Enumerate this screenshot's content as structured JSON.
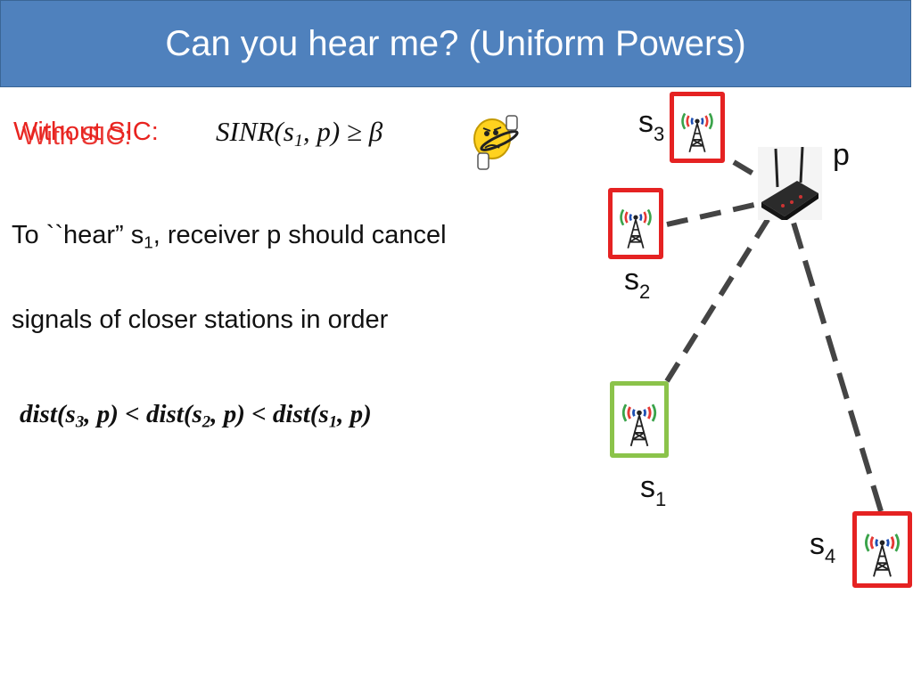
{
  "title": "Can you hear me? (Uniform Powers)",
  "without_label": "Without SIC:",
  "with_label": "With SIC:",
  "condition": {
    "text": "SINR(s",
    "sub": "1",
    "tail": ", p) ≥ β"
  },
  "body_line1": {
    "pre": "To ``hear” s",
    "sub": "1",
    "post": ", receiver p should cancel"
  },
  "body_line2": "signals of closer stations in order",
  "order": [
    {
      "pre": "dist(s",
      "sub": "3",
      "post": ", p) < "
    },
    {
      "pre": "dist(s",
      "sub": "2",
      "post": ", p) < "
    },
    {
      "pre": "dist(s",
      "sub": "1",
      "post": ", p)"
    }
  ],
  "receiver_label": "p",
  "stations": [
    {
      "base": "s",
      "sub": "3",
      "status": "red"
    },
    {
      "base": "s",
      "sub": "2",
      "status": "red"
    },
    {
      "base": "s",
      "sub": "1",
      "status": "green"
    },
    {
      "base": "s",
      "sub": "4",
      "status": "red"
    }
  ],
  "colors": {
    "title_bg": "#4f81bd",
    "red": "#e8231f",
    "red_frame": "#e52222",
    "green_frame": "#8bc34a"
  },
  "icons": [
    "thumbs-down-smiley-icon",
    "radio-tower-icon",
    "router-icon"
  ]
}
